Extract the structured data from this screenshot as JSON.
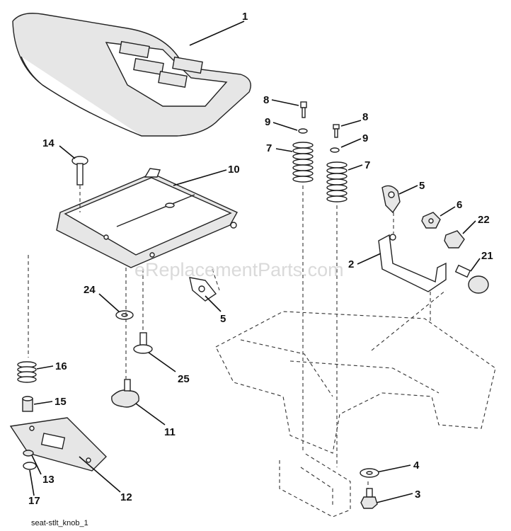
{
  "watermark": "eReplacementParts.com",
  "caption": "seat-stlt_knob_1",
  "callouts": [
    {
      "id": "c1",
      "label": "1"
    },
    {
      "id": "c8a",
      "label": "8"
    },
    {
      "id": "c9a",
      "label": "9"
    },
    {
      "id": "c7a",
      "label": "7"
    },
    {
      "id": "c8b",
      "label": "8"
    },
    {
      "id": "c9b",
      "label": "9"
    },
    {
      "id": "c7b",
      "label": "7"
    },
    {
      "id": "c14",
      "label": "14"
    },
    {
      "id": "c10",
      "label": "10"
    },
    {
      "id": "c5a",
      "label": "5"
    },
    {
      "id": "c6",
      "label": "6"
    },
    {
      "id": "c22",
      "label": "22"
    },
    {
      "id": "c2",
      "label": "2"
    },
    {
      "id": "c21",
      "label": "21"
    },
    {
      "id": "c24",
      "label": "24"
    },
    {
      "id": "c5b",
      "label": "5"
    },
    {
      "id": "c16",
      "label": "16"
    },
    {
      "id": "c25",
      "label": "25"
    },
    {
      "id": "c15",
      "label": "15"
    },
    {
      "id": "c11",
      "label": "11"
    },
    {
      "id": "c13",
      "label": "13"
    },
    {
      "id": "c17",
      "label": "17"
    },
    {
      "id": "c12",
      "label": "12"
    },
    {
      "id": "c4",
      "label": "4"
    },
    {
      "id": "c3",
      "label": "3"
    }
  ]
}
